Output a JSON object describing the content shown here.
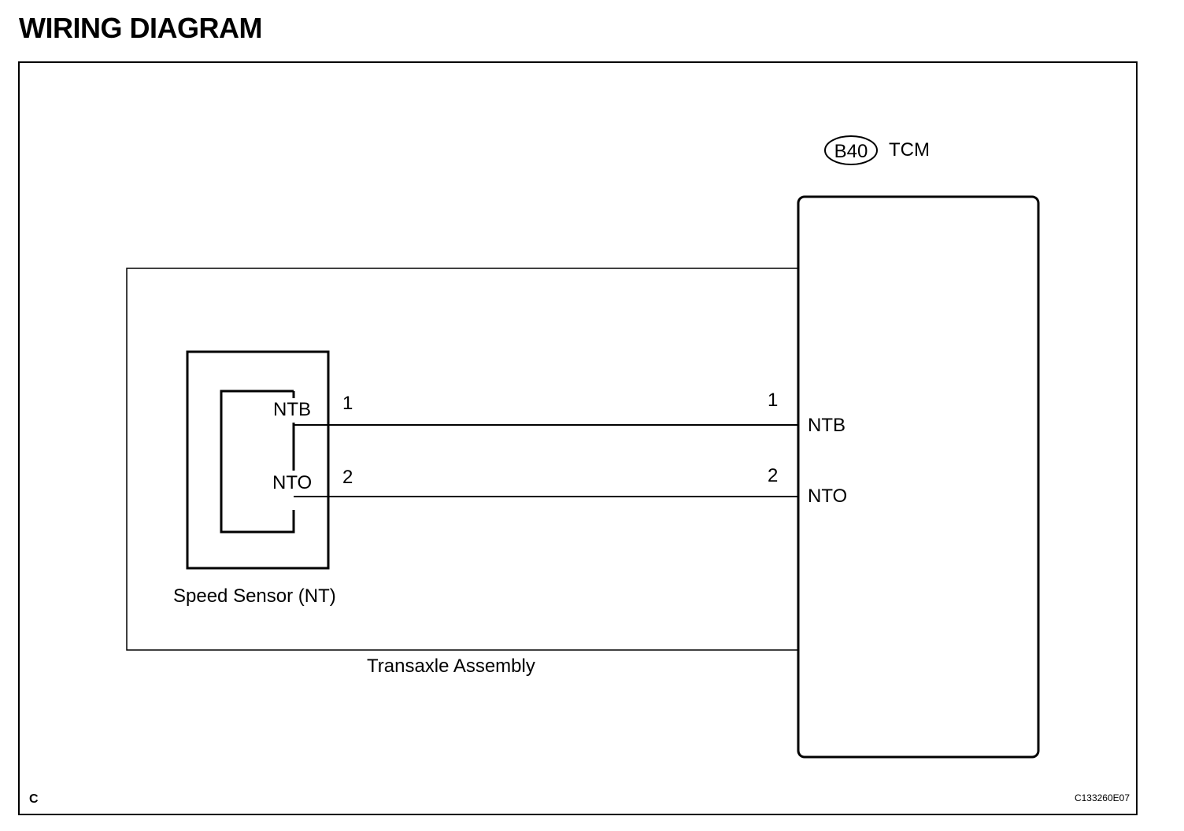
{
  "title": "WIRING DIAGRAM",
  "ecu": {
    "connector": "B40",
    "name": "TCM",
    "terminals": [
      "NTB",
      "NTO"
    ],
    "pins": [
      "1",
      "2"
    ]
  },
  "sensor": {
    "name": "Speed Sensor (NT)",
    "terminals": [
      "NTB",
      "NTO"
    ],
    "pins": [
      "1",
      "2"
    ]
  },
  "assembly": {
    "name": "Transaxle Assembly"
  },
  "footer": {
    "corner_letter": "C",
    "figure_code": "C133260E07"
  }
}
